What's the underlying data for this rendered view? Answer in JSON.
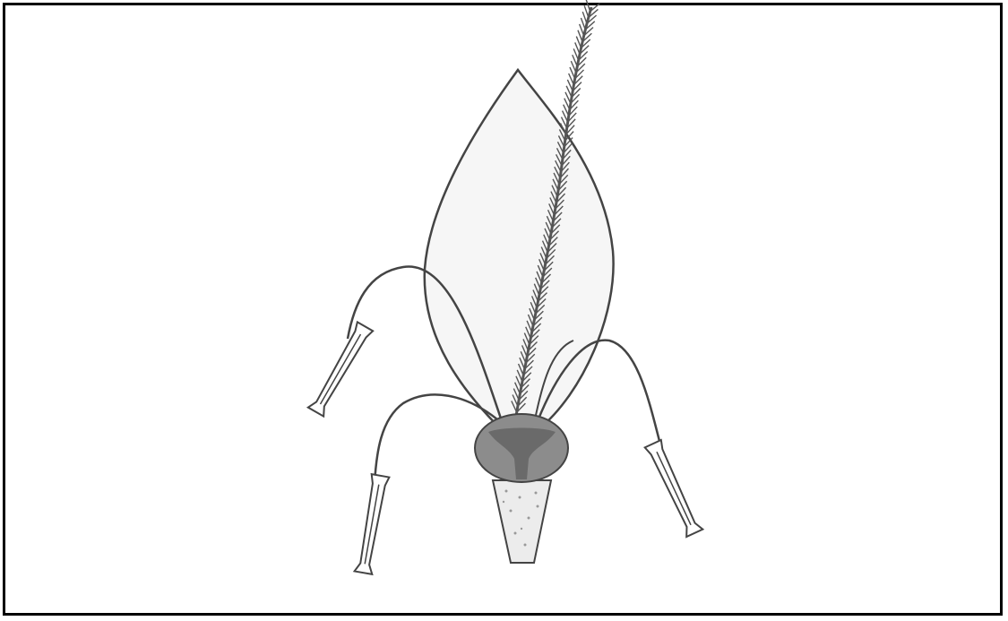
{
  "figure": {
    "description_text": "",
    "colors": {
      "frame": "#000000",
      "outline": "#444444",
      "lemma_fill": "#f4f4f4",
      "ovary_fill": "#8a8a8a",
      "ovary_core": "#6a6a6a",
      "base_fill": "#e8e8e8",
      "anther_fill": "#ffffff",
      "awn_stroke": "#555555"
    },
    "parts": [
      "lemma-bract",
      "feathery-stigma",
      "ovary",
      "flower-base",
      "stamen-upper-left",
      "stamen-lower-left",
      "stamen-right"
    ]
  }
}
